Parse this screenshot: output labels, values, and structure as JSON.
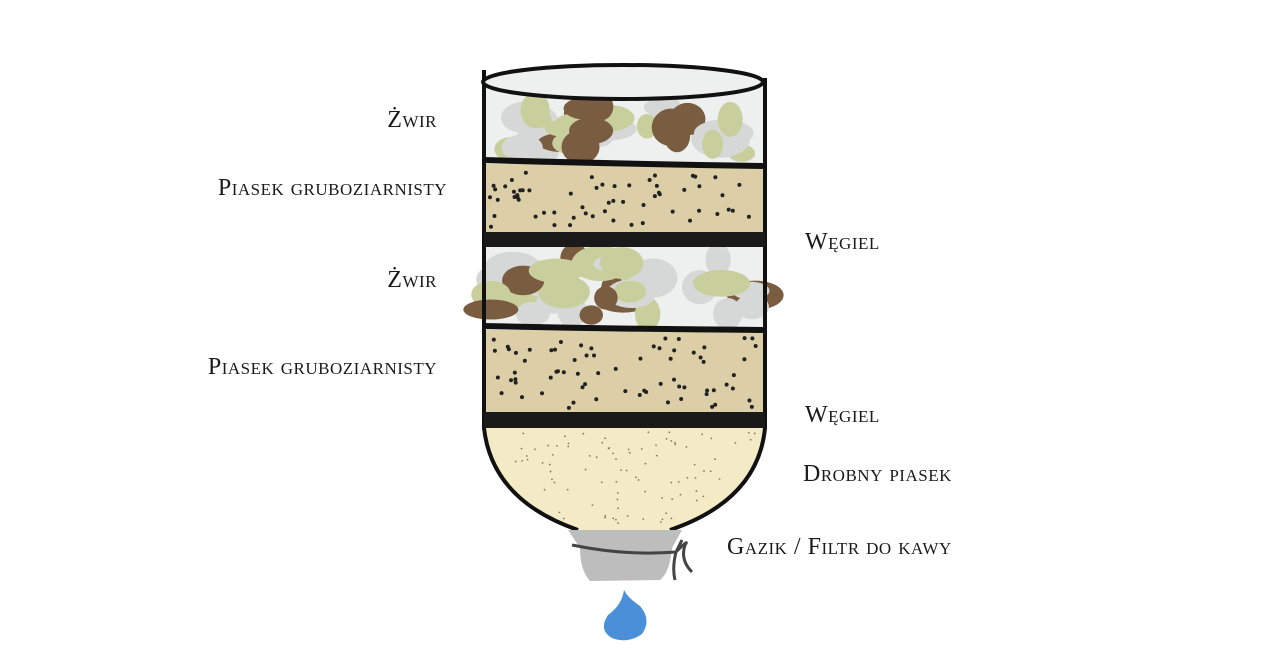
{
  "labels": {
    "gravel_top": "Żwir",
    "coarse_sand_top": "Piasek gruboziarnisty",
    "charcoal_top": "Węgiel",
    "gravel_middle": "Żwir",
    "coarse_sand_bottom": "Piasek gruboziarnisty",
    "charcoal_bottom": "Węgiel",
    "fine_sand": "Drobny piasek",
    "filter": "Gazik / Filtr do kawy"
  },
  "colors": {
    "outline": "#111111",
    "coarse_sand": "#dccfa8",
    "fine_sand": "#f2ebc6",
    "pebble_green": "#c9cf9c",
    "pebble_grey": "#d6d8d8",
    "pebble_brown": "#7a5c40",
    "cloth": "#bdbdbd",
    "water": "#4a90d9"
  }
}
